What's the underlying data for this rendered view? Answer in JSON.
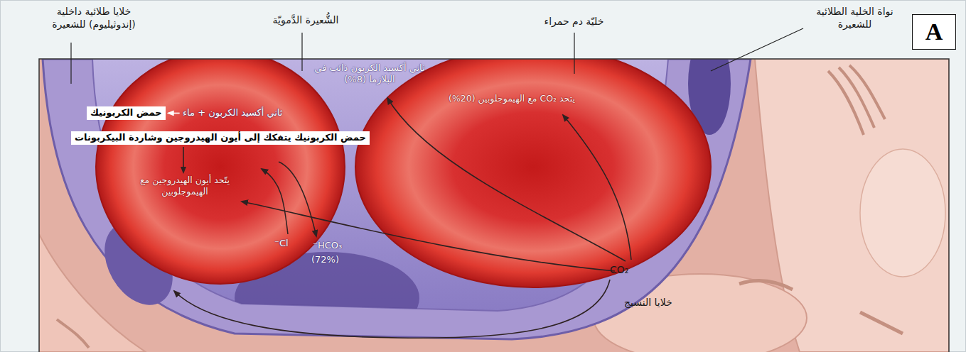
{
  "diagram": {
    "nodes": [
      {
        "text": [
          "A"
        ]
      },
      {
        "text": [
          "حمض الكربونيك"
        ]
      },
      {
        "text": [
          "حمض الكربونيك يتفكك إلى أيون الهيدروجين وشاردة البيكربونات"
        ]
      }
    ],
    "labels": [
      "خلايا طلائية داخلية (إندوثيليوم) للشعيرة",
      "الشُّعيرة الدَّمويّة",
      "خليّة دم حمراء",
      "نواة الخلية الطلائية للشعيرة",
      "ثاني أكسيد الكربون ذائب في البلازما (8%)",
      "يتحد CO₂ مع الهيموجلوبين (20%)",
      "ثاني أكسيد الكربون + ماء",
      "يتّحد أيون الهيدروجين مع الهيموجلوبين",
      "Cl⁻",
      "HCO₃⁻",
      "(72%)",
      "CO₂",
      "خلايا النسيج"
    ]
  }
}
